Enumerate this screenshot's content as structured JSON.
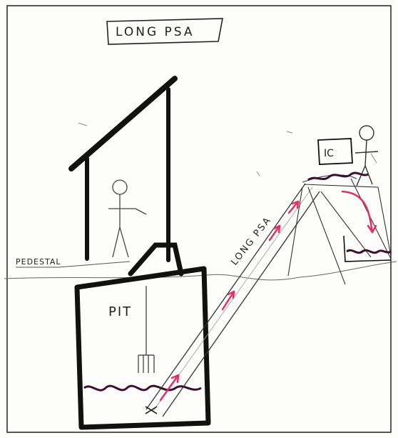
{
  "title": "LONG PSA",
  "labels": {
    "pit": "PIT",
    "pedestal": "PEDESTAL",
    "ic": "IC",
    "tube": "LONG PSA"
  },
  "colors": {
    "ink": "#111111",
    "pencil": "#555555",
    "arrow": "#e0306a",
    "sludge": "#3a1030",
    "paper": "#fdfdfb"
  }
}
